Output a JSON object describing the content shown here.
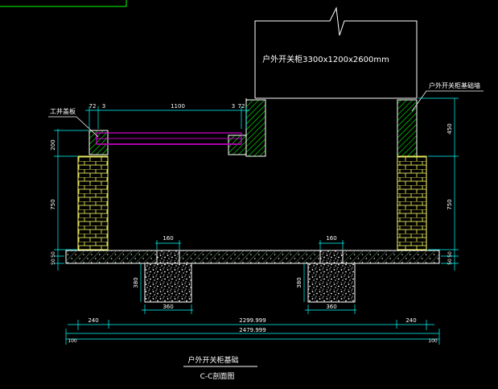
{
  "labels": {
    "cabinet": "户外开关柜3300x1200x2600mm",
    "cover_plate": "工井盖板",
    "foundation_wall": "户外开关柜基础墙",
    "caption_cn": "户外开关柜基础",
    "caption_section": "C-C剖面图"
  },
  "dims": {
    "top_72_left": "72",
    "top_3_left": "3",
    "top_1100": "1100",
    "top_3_right": "3",
    "top_72_right": "72",
    "left_200": "200",
    "left_750": "750",
    "left_50a": "50",
    "left_50b": "50",
    "right_450": "450",
    "right_750": "750",
    "right_50a": "50",
    "right_50b": "50",
    "pier_top_left": "160",
    "pier_top_right": "160",
    "pier_depth_left": "380",
    "pier_depth_right": "380",
    "pier_bot_left": "360",
    "pier_bot_right": "360",
    "overall_240_left": "240",
    "overall_2299": "2299.999",
    "overall_240_right": "240",
    "overall_2479": "2479.999",
    "overall_100_left": "100",
    "overall_100_right": "100"
  },
  "colors": {
    "background": "#000000",
    "line": "#ffffff",
    "hatch": "#00ff00",
    "brick": "#ffff66",
    "dimension": "#00ffff",
    "cover_plate": "#ff00ff",
    "leader": "#ffffff"
  }
}
